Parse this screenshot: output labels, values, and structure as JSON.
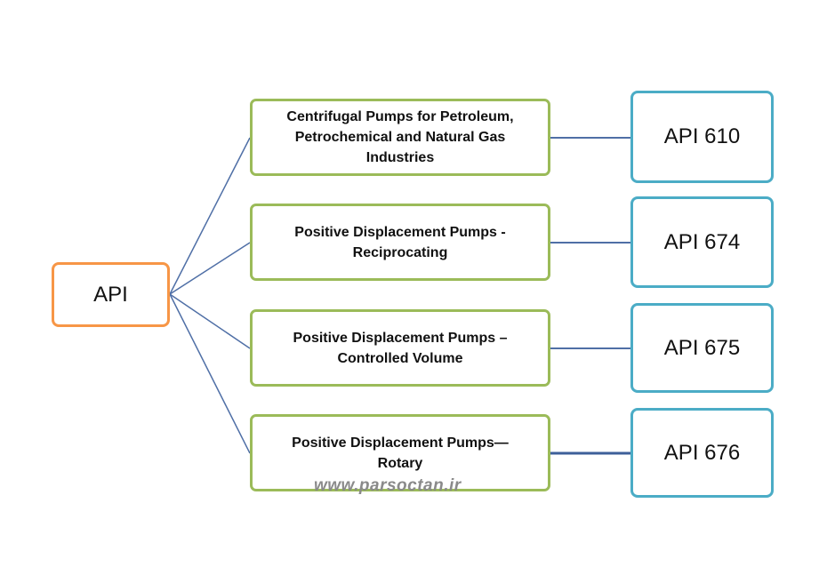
{
  "root": {
    "label": "API"
  },
  "categories": [
    {
      "label": "Centrifugal Pumps for Petroleum,\nPetrochemical and Natural Gas\nIndustries",
      "standard": "API 610"
    },
    {
      "label": "Positive Displacement Pumps  -\nReciprocating",
      "standard": "API 674"
    },
    {
      "label": "Positive Displacement Pumps –\nControlled Volume",
      "standard": "API 675"
    },
    {
      "label": "Positive Displacement Pumps—\nRotary",
      "standard": "API 676"
    }
  ],
  "watermark": "www.parsoctan.ir",
  "colors": {
    "root_border": "#f79646",
    "category_border": "#9bbb59",
    "standard_border": "#4bacc6",
    "connector": "#4f6fa6"
  }
}
